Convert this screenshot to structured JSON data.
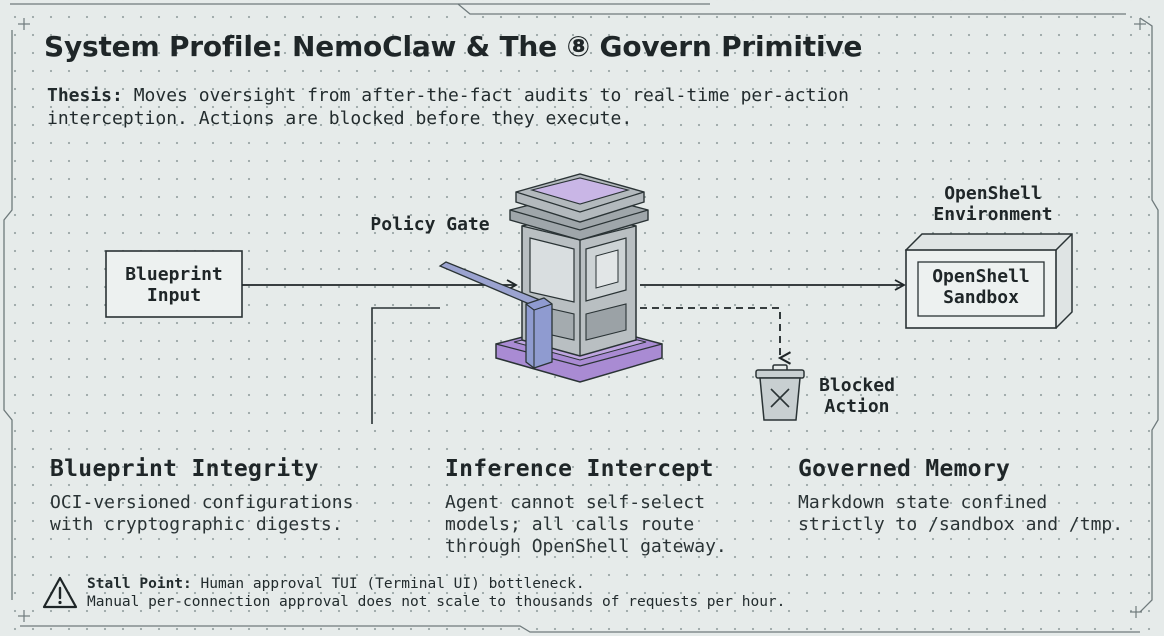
{
  "header": {
    "title": "System Profile: NemoClaw & The ⑧ Govern Primitive",
    "thesis_label": "Thesis:",
    "thesis_text": " Moves oversight from after-the-fact audits to real-time per-action interception. Actions are blocked before they execute."
  },
  "diagram": {
    "input_label_1": "Blueprint",
    "input_label_2": "Input",
    "gate_label": "Policy Gate",
    "env_label_1": "OpenShell",
    "env_label_2": "Environment",
    "sandbox_label_1": "OpenShell",
    "sandbox_label_2": "Sandbox",
    "blocked_label_1": "Blocked",
    "blocked_label_2": "Action",
    "gate_icon": "security-booth-icon",
    "trash_icon": "trash-can-icon"
  },
  "features": [
    {
      "title": "Blueprint Integrity",
      "line1": "OCI-versioned configurations",
      "line2": "with cryptographic digests.",
      "line3": ""
    },
    {
      "title": "Inference Intercept",
      "line1": "Agent cannot self-select",
      "line2": "models; all calls route",
      "line3": "through OpenShell gateway."
    },
    {
      "title": "Governed Memory",
      "line1": "Markdown state confined",
      "line2": "strictly to /sandbox and /tmp.",
      "line3": ""
    }
  ],
  "stall": {
    "label": "Stall Point:",
    "line1": " Human approval TUI (Terminal UI) bottleneck.",
    "line2": "Manual per-connection approval does not scale to thousands of requests per hour.",
    "icon": "warning-triangle-icon"
  },
  "colors": {
    "background": "#e6ebea",
    "ink": "#1f2628",
    "purple_base": "#a98bd3",
    "booth_gray": "#aeb4b8"
  }
}
